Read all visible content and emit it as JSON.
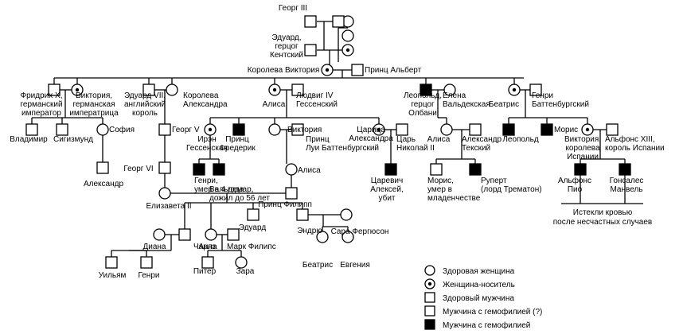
{
  "colors": {
    "ink": "#000000",
    "paper": "#ffffff",
    "affected": "#000000"
  },
  "people": [
    {
      "id": "georg3",
      "label": [
        "Георг III"
      ],
      "kind": "male"
    },
    {
      "id": "g3wife",
      "label": [],
      "kind": "female"
    },
    {
      "id": "eduard",
      "label": [
        "Эдуард,",
        "герцог",
        "Кентский"
      ],
      "kind": "male"
    },
    {
      "id": "eduardwife",
      "label": [],
      "kind": "carrier"
    },
    {
      "id": "gp1",
      "label": [],
      "kind": "male"
    },
    {
      "id": "gp2",
      "label": [],
      "kind": "female"
    },
    {
      "id": "victoria",
      "label": [
        "Королева Виктория"
      ],
      "kind": "carrier"
    },
    {
      "id": "albert",
      "label": [
        "Принц Альберт"
      ],
      "kind": "male"
    },
    {
      "id": "friedrich",
      "label": [
        "Фридрих X,",
        "германский",
        "император"
      ],
      "kind": "male"
    },
    {
      "id": "vicimp",
      "label": [
        "Виктория,",
        "германская",
        "императрица"
      ],
      "kind": "carrier"
    },
    {
      "id": "eduard7",
      "label": [
        "Эдуард VII,",
        "английский",
        "король"
      ],
      "kind": "male"
    },
    {
      "id": "alexandra",
      "label": [
        "Королева",
        "Александра"
      ],
      "kind": "female"
    },
    {
      "id": "alisa",
      "label": [
        "Алиса"
      ],
      "kind": "carrier"
    },
    {
      "id": "ludwig",
      "label": [
        "Людвиг IV",
        "Гессенский"
      ],
      "kind": "male"
    },
    {
      "id": "leopold",
      "label": [
        "Леопольд,",
        "герцог",
        "Олбани"
      ],
      "kind": "affected"
    },
    {
      "id": "elena",
      "label": [
        "Елена",
        "Вальдекская"
      ],
      "kind": "female"
    },
    {
      "id": "beatris",
      "label": [
        "Беатрис"
      ],
      "kind": "carrier"
    },
    {
      "id": "henri",
      "label": [
        "Генри",
        "Баттенбургский"
      ],
      "kind": "male"
    },
    {
      "id": "vladimir",
      "label": [
        "Владимир"
      ],
      "kind": "male"
    },
    {
      "id": "sigizmund",
      "label": [
        "Сигизмунд"
      ],
      "kind": "male"
    },
    {
      "id": "sofia",
      "label": [
        "София"
      ],
      "kind": "female"
    },
    {
      "id": "georg5",
      "label": [
        "Георг V"
      ],
      "kind": "male"
    },
    {
      "id": "iren",
      "label": [
        "Ирэн",
        "Гессенская"
      ],
      "kind": "carrier"
    },
    {
      "id": "frederik",
      "label": [
        "Принц",
        "Фредерик"
      ],
      "kind": "affected"
    },
    {
      "id": "vic2",
      "label": [
        "Виктория"
      ],
      "kind": "female"
    },
    {
      "id": "lui",
      "label": [
        "Принц",
        "Луи Баттенбургский"
      ],
      "kind": "male"
    },
    {
      "id": "tsarina",
      "label": [
        "Царица",
        "Александра"
      ],
      "kind": "carrier"
    },
    {
      "id": "nikolai",
      "label": [
        "Царь",
        "Николай II"
      ],
      "kind": "male"
    },
    {
      "id": "alisa2",
      "label": [
        "Алиса"
      ],
      "kind": "female"
    },
    {
      "id": "aleksteck",
      "label": [
        "Александр",
        "Текский"
      ],
      "kind": "male"
    },
    {
      "id": "leopold2",
      "label": [
        "Леопольд"
      ],
      "kind": "affected"
    },
    {
      "id": "moris",
      "label": [
        "Морис"
      ],
      "kind": "affected"
    },
    {
      "id": "vicspain",
      "label": [
        "Виктория,",
        "королева",
        "Испании"
      ],
      "kind": "carrier"
    },
    {
      "id": "alfons13",
      "label": [
        "Альфонс XIII,",
        "король Испании"
      ],
      "kind": "male"
    },
    {
      "id": "aleksandr",
      "label": [
        "Александр"
      ],
      "kind": "male"
    },
    {
      "id": "georg6",
      "label": [
        "Георг VI"
      ],
      "kind": "male"
    },
    {
      "id": "genri4",
      "label": [
        "Генри,",
        "умер в 4 года"
      ],
      "kind": "affected"
    },
    {
      "id": "valdemar",
      "label": [
        "Вальдемар,",
        "дожил до 56 лет"
      ],
      "kind": "affected"
    },
    {
      "id": "alisa3",
      "label": [
        "Алиса"
      ],
      "kind": "female"
    },
    {
      "id": "alexei",
      "label": [
        "Царевич",
        "Алексей,",
        "убит"
      ],
      "kind": "affected"
    },
    {
      "id": "moris2",
      "label": [
        "Морис,",
        "умер в",
        "младенчестве"
      ],
      "kind": "male"
    },
    {
      "id": "rupert",
      "label": [
        "Руперт",
        "(лорд Трематон)"
      ],
      "kind": "affected"
    },
    {
      "id": "alfonsp",
      "label": [
        "Альфонс",
        "Пио"
      ],
      "kind": "affected"
    },
    {
      "id": "gonsales",
      "label": [
        "Гонсалес",
        "Манвель"
      ],
      "kind": "affected"
    },
    {
      "id": "elizaveta",
      "label": [
        "Елизавета II"
      ],
      "kind": "female"
    },
    {
      "id": "filipp",
      "label": [
        "Принц Филипп"
      ],
      "kind": "male"
    },
    {
      "id": "eduard2",
      "label": [
        "Эдуард"
      ],
      "kind": "male"
    },
    {
      "id": "endru",
      "label": [
        "Эндрю"
      ],
      "kind": "male"
    },
    {
      "id": "sara",
      "label": [
        "Сара Фергюсон"
      ],
      "kind": "female"
    },
    {
      "id": "diana",
      "label": [
        "Диана"
      ],
      "kind": "female"
    },
    {
      "id": "charlz",
      "label": [
        "Чарлз"
      ],
      "kind": "male"
    },
    {
      "id": "anna",
      "label": [
        "Анна"
      ],
      "kind": "female"
    },
    {
      "id": "mark",
      "label": [
        "Марк Филипс"
      ],
      "kind": "male"
    },
    {
      "id": "beatris2",
      "label": [
        "Беатрис"
      ],
      "kind": "female"
    },
    {
      "id": "evgenia",
      "label": [
        "Евгения"
      ],
      "kind": "female"
    },
    {
      "id": "uilyam",
      "label": [
        "Уильям"
      ],
      "kind": "male"
    },
    {
      "id": "genri2",
      "label": [
        "Генри"
      ],
      "kind": "male"
    },
    {
      "id": "piter",
      "label": [
        "Питер"
      ],
      "kind": "male"
    },
    {
      "id": "zara",
      "label": [
        "Зара"
      ],
      "kind": "female"
    }
  ],
  "note": [
    "Истекли кровью",
    "после несчастных случаев"
  ],
  "legend": [
    {
      "kind": "female",
      "label": "Здоровая женщина"
    },
    {
      "kind": "carrier",
      "label": "Женщина-носитель"
    },
    {
      "kind": "male",
      "label": "Здоровый мужчина"
    },
    {
      "kind": "male",
      "label": "Мужчина с гемофилией (?)"
    },
    {
      "kind": "affected",
      "label": "Мужчина с гемофилией"
    }
  ]
}
